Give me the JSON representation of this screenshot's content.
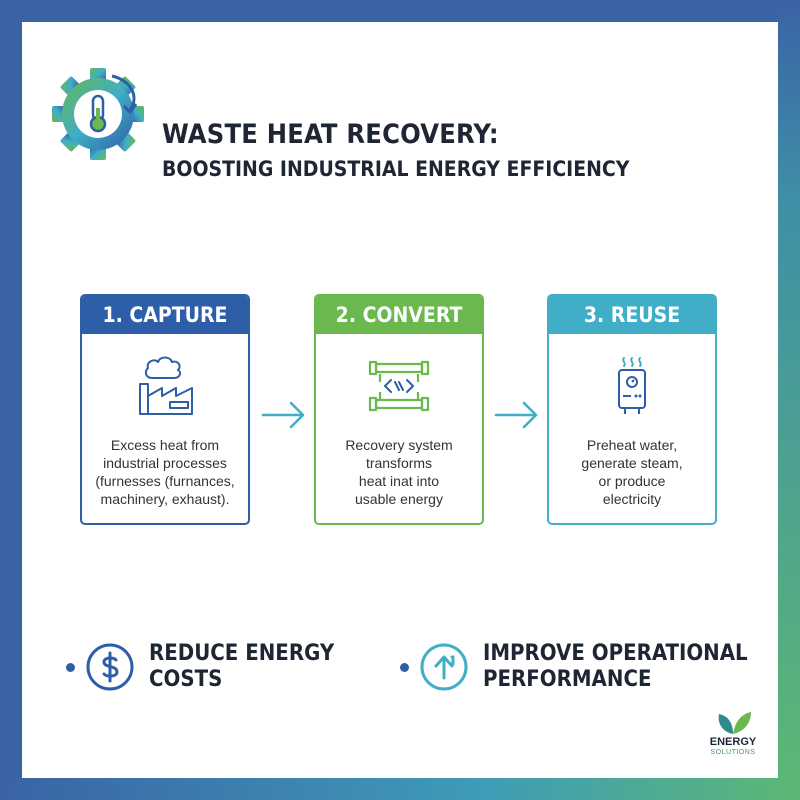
{
  "header": {
    "title": "WASTE HEAT RECOVERY:",
    "subtitle": "BOOSTING INDUSTRIAL ENERGY EFFICIENCY",
    "logo_icon": "gear-thermometer-icon"
  },
  "steps": [
    {
      "label": "1. CAPTURE",
      "icon": "factory-icon",
      "text": "Excess heat from\nindustrial processes\n(furnesses (furnances,\nmachinery, exhaust).",
      "color": "#2e5ea8"
    },
    {
      "label": "2. CONVERT",
      "icon": "heat-exchanger-icon",
      "text": "Recovery system\ntransforms\nheat inat into\nusable energy",
      "color": "#6ab84e"
    },
    {
      "label": "3. REUSE",
      "icon": "water-heater-icon",
      "text": "Preheat water,\ngenerate steam,\nor produce\nelectricity",
      "color": "#3faec6"
    }
  ],
  "benefits": [
    {
      "text": "REDUCE ENERGY\nCOSTS",
      "icon": "dollar-icon"
    },
    {
      "text": "IMPROVE OPERATIONAL\nPERFORMANCE",
      "icon": "arrow-up-icon"
    }
  ],
  "brand": {
    "name": "ENERGY",
    "sub": "SOLUTIONS",
    "icon": "leaf-icon"
  },
  "colors": {
    "blue": "#2e5ea8",
    "green": "#6ab84e",
    "teal": "#3faec6",
    "text": "#1f2633"
  }
}
